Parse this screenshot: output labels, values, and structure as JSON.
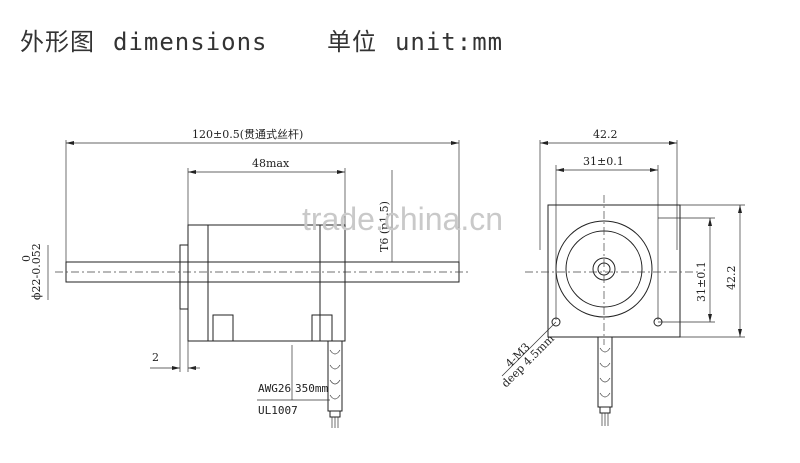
{
  "header": {
    "outline_cn": "外形图",
    "dimensions": "dimensions",
    "unit_cn": "单位",
    "unit_en": "unit:mm"
  },
  "side_view": {
    "overall_length": "120±0.5(贯通式丝杆)",
    "body_length": "48max",
    "lead_screw": "T6 (p1.5)",
    "shaft_diameter": "ϕ22-0.052",
    "shaft_tolerance_upper": "0",
    "flange_thickness": "2",
    "wire_gauge": "AWG26",
    "wire_length": "350mm",
    "wire_standard": "UL1007"
  },
  "front_view": {
    "width": "42.2",
    "hole_spacing_h": "31±0.1",
    "hole_spacing_v": "31±0.1",
    "height": "42.2",
    "mount_holes": "4-M3",
    "hole_depth": "deep 4.5mm"
  },
  "watermark": "trade.china.cn"
}
